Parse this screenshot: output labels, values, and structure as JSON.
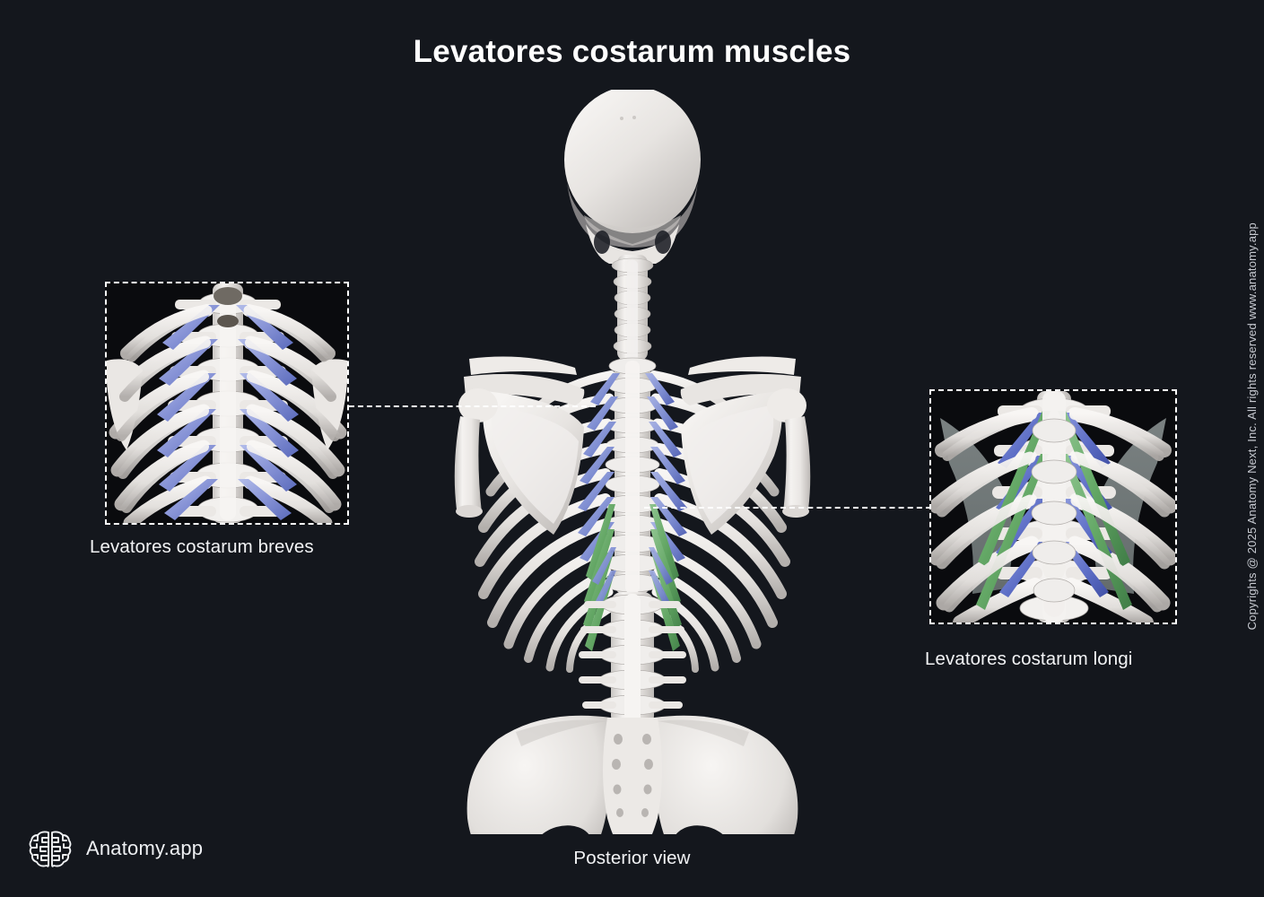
{
  "page": {
    "title": "Levatores costarum muscles",
    "background_color": "#14171d"
  },
  "figure": {
    "view_caption": "Posterior view",
    "subject": "human-axial-skeleton-posterior"
  },
  "insets": [
    {
      "id": "breves",
      "caption": "Levatores costarum breves",
      "muscle_color": "#8f9bd8",
      "position": "left"
    },
    {
      "id": "longi",
      "caption": "Levatores costarum longi",
      "muscle_color": "#6aa86a",
      "position": "right"
    }
  ],
  "legend_colors": {
    "breves_blue": "#8f9bd8",
    "breves_blue_dark": "#5b6fc4",
    "longi_green": "#6aa86a",
    "bone_light": "#f2f0ee",
    "bone_shadow": "#b9b6b3",
    "cartilage": "#cbd6d4"
  },
  "brand": {
    "name": "Anatomy.app",
    "icon": "brain-icon"
  },
  "copyright": {
    "text": "Copyrights @ 2025 Anatomy Next, Inc. All rights reserved www.anatomy.app"
  }
}
